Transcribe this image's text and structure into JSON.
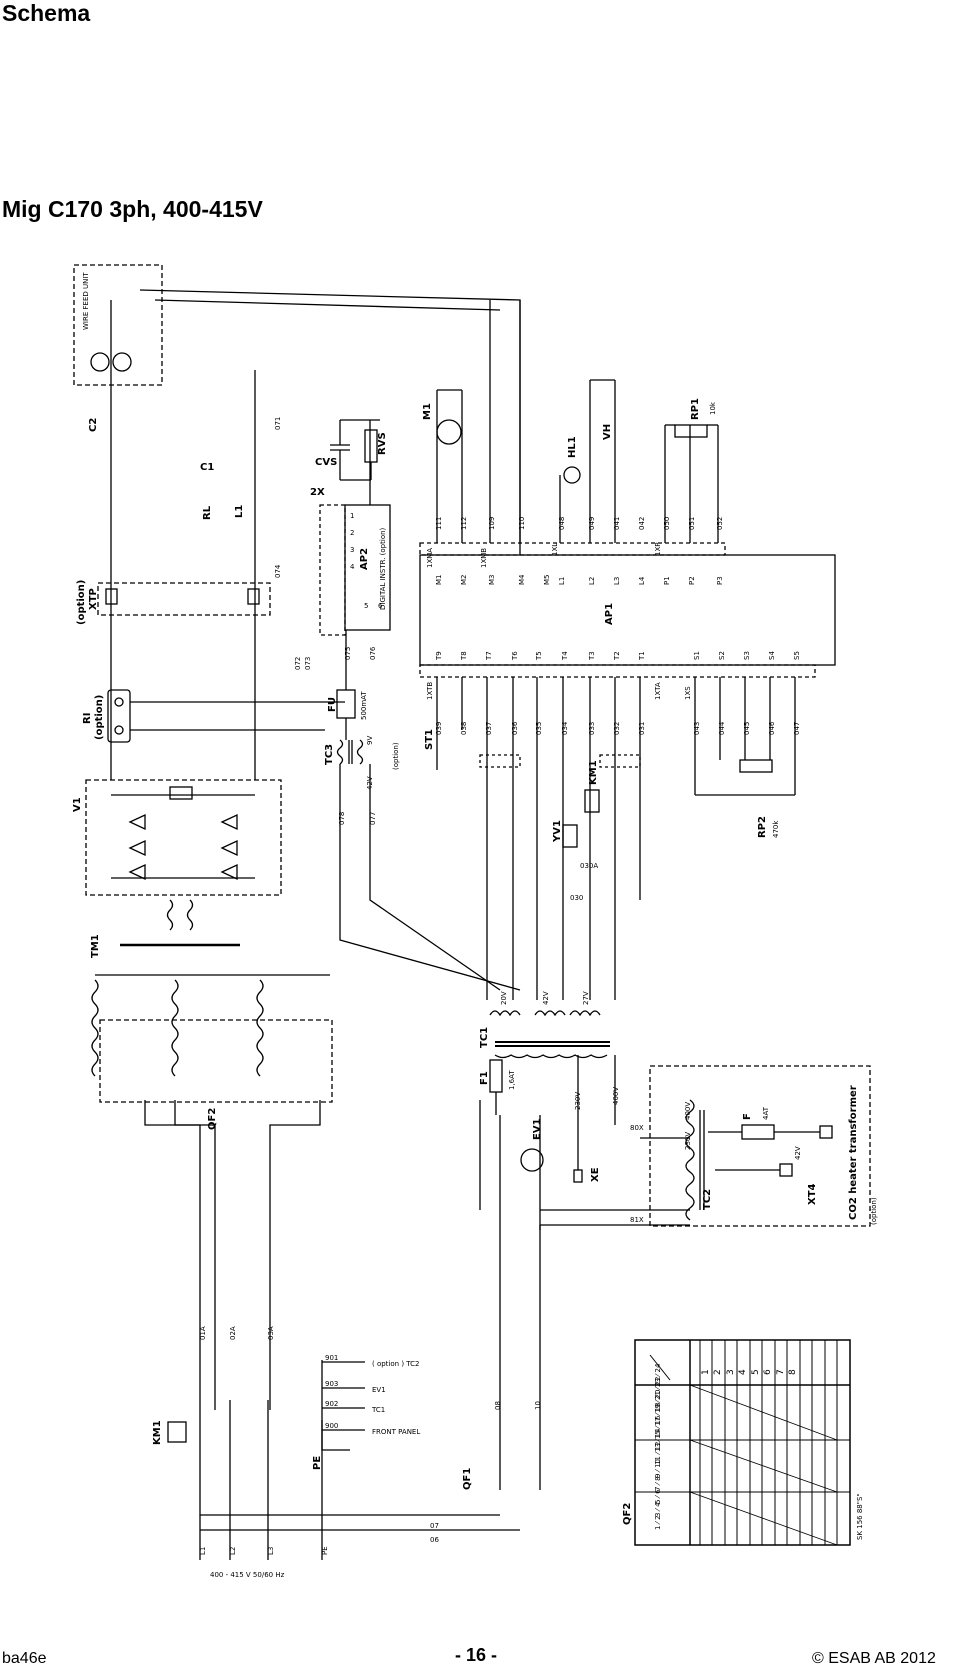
{
  "page": {
    "section_title": "Schema",
    "subtitle": "Mig C170 3ph, 400-415V",
    "footer_left": "ba46e",
    "footer_center": "- 16 -",
    "footer_right": "© ESAB AB 2012"
  },
  "diagram": {
    "blocks": {
      "wire_feed": "WIRE FEED UNIT",
      "ap1": "AP1",
      "ap2": "AP2",
      "ap2_note": "DIGITAL INSTR. (option)",
      "co2": "CO2 heater transformer",
      "co2_option": "(option)",
      "xtp_option": "(option)",
      "xtp": "XTP",
      "ri": "RI",
      "ri_option": "(option)",
      "v1": "V1",
      "tm1": "TM1",
      "tc1": "TC1",
      "tc2": "TC2",
      "tc3": "TC3",
      "tc3_option": "(option)",
      "f1": "F1",
      "f1_val": "1,6AT",
      "fu": "FU",
      "fu_val": "500mAT",
      "f": "F",
      "f_val": "4AT",
      "km1": "KM1",
      "qf1": "QF1",
      "qf2": "QF2",
      "pe": "PE",
      "xe": "XE",
      "xt4": "XT4",
      "ev1": "EV1",
      "yv1": "YV1",
      "st1": "ST1",
      "rp1": "RP1",
      "rp1_val": "10k",
      "rp2": "RP2",
      "rp2_val": "470k",
      "hl1": "HL1",
      "vh": "VH",
      "m1": "M1",
      "c1": "C1",
      "c2": "C2",
      "cvs": "CVS",
      "rvs": "RVS",
      "rl": "RL",
      "l1": "L1",
      "twox": "2X",
      "supply": "400 - 415 V 50/60 Hz",
      "sk_ref": "SK 156 88\"S\""
    },
    "connectors_top": [
      "1XMA",
      "1XMB",
      "1XL",
      "1XP"
    ],
    "pins_top": [
      "M1",
      "M2",
      "M3",
      "M4",
      "M5",
      "L1",
      "L2",
      "L3",
      "L4",
      "P1",
      "P2",
      "P3"
    ],
    "wires_top": [
      "111",
      "112",
      "109",
      "110",
      "048",
      "049",
      "041",
      "042",
      "050",
      "051",
      "052"
    ],
    "connectors_bottom": [
      "1XTB",
      "1XTA",
      "1XS"
    ],
    "pins_bottom": [
      "T9",
      "T8",
      "T7",
      "T6",
      "T5",
      "T4",
      "T3",
      "T2",
      "T1",
      "S1",
      "S2",
      "S3",
      "S4",
      "S5"
    ],
    "wires_bottom": [
      "039",
      "038",
      "037",
      "036",
      "035",
      "034",
      "033",
      "032",
      "031",
      "043",
      "044",
      "045",
      "046",
      "047"
    ],
    "ap2_pins": [
      "1",
      "2",
      "3",
      "4",
      "5",
      "6"
    ],
    "wire_labels": [
      "071",
      "074",
      "072",
      "073",
      "075",
      "076",
      "078",
      "077",
      "030",
      "030A",
      "80X",
      "81X",
      "01A",
      "02A",
      "03A",
      "08",
      "10",
      "07",
      "06"
    ],
    "voltages": [
      "20V",
      "42V",
      "27V",
      "230V",
      "400V",
      "9V",
      "42V",
      "230V",
      "400V",
      "42V"
    ],
    "ground_labels": [
      "901",
      "903",
      "902",
      "900"
    ],
    "ground_targets": [
      "( option ) TC2",
      "EV1",
      "TC1",
      "FRONT PANEL"
    ],
    "line_labels": [
      "L1",
      "L2",
      "L3",
      "PE"
    ],
    "qf2_table": {
      "columns": [
        "1",
        "2",
        "3",
        "4",
        "5",
        "6",
        "7",
        "8"
      ],
      "rows": [
        "1 ⁄ 2",
        "3 ⁄ 4",
        "5 ⁄ 6",
        "7 ⁄ 8",
        "9 ⁄ 10",
        "11 ⁄ 12",
        "13 ⁄ 14",
        "15 ⁄ 16",
        "17 ⁄ 18",
        "19 ⁄ 20",
        "21 ⁄ 22",
        "23 ⁄ 24"
      ]
    }
  }
}
